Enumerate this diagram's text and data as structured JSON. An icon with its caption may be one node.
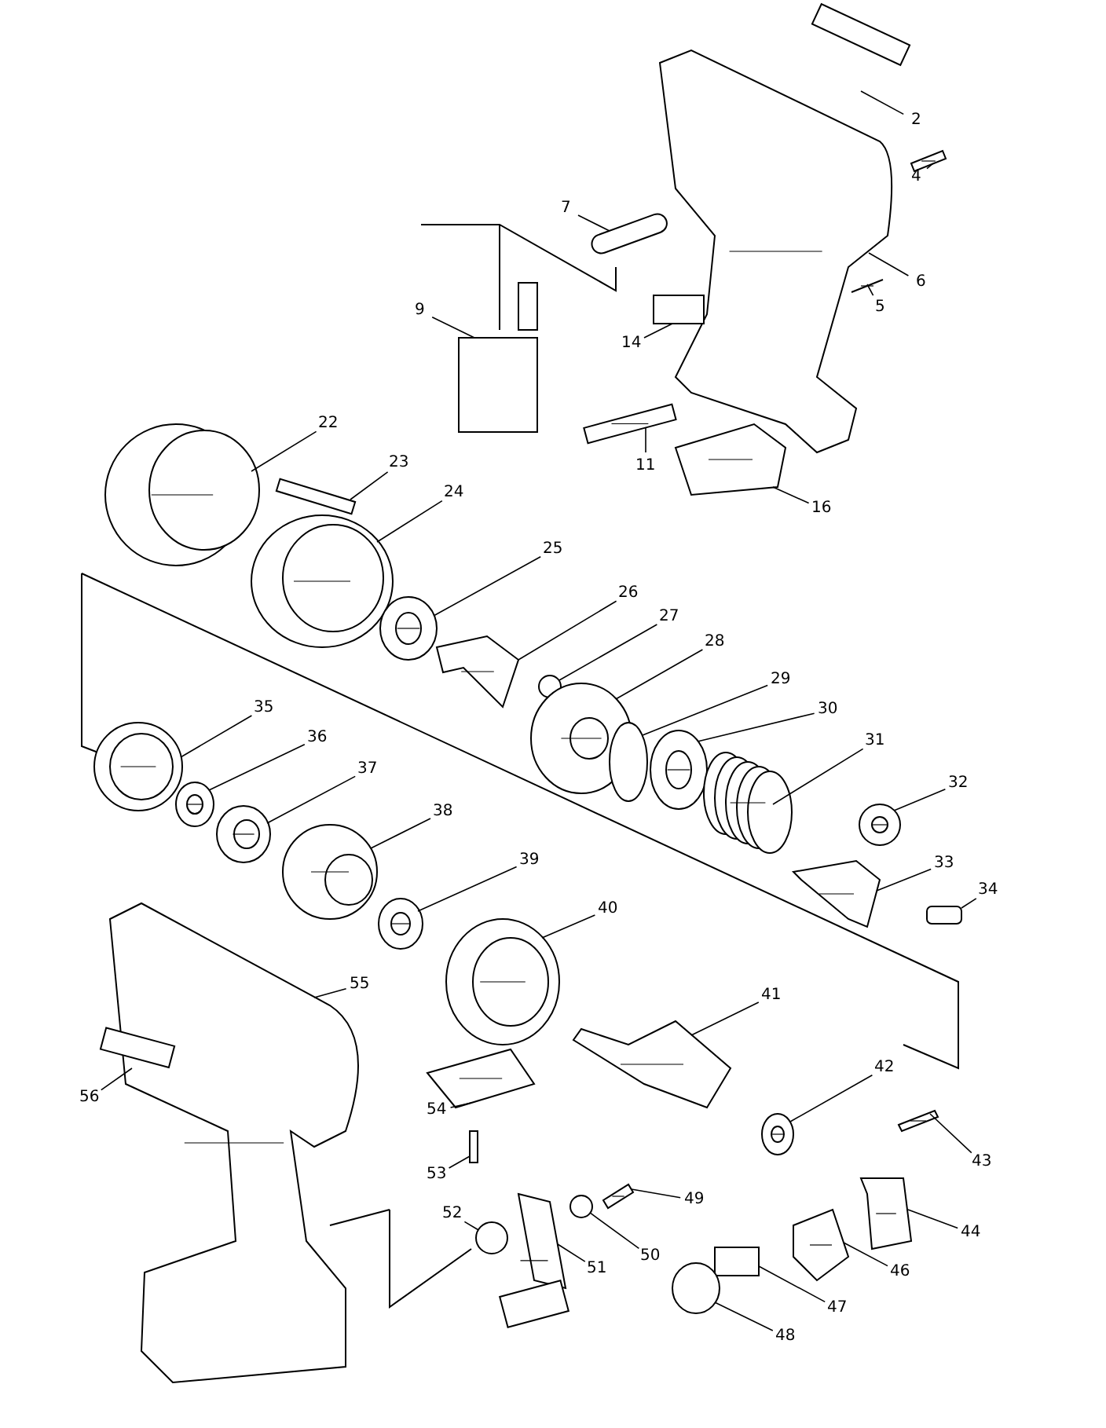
{
  "diagram": {
    "nodes": [
      {
        "text": [
          "2"
        ]
      },
      {
        "text": [
          "4"
        ]
      },
      {
        "text": [
          "6"
        ]
      },
      {
        "text": [
          "7"
        ]
      },
      {
        "text": [
          "5"
        ]
      },
      {
        "text": [
          "9"
        ]
      },
      {
        "text": [
          "14"
        ]
      },
      {
        "text": [
          "11"
        ]
      },
      {
        "text": [
          "16"
        ]
      },
      {
        "text": [
          "22"
        ]
      },
      {
        "text": [
          "23"
        ]
      },
      {
        "text": [
          "24"
        ]
      },
      {
        "text": [
          "25"
        ]
      },
      {
        "text": [
          "26"
        ]
      },
      {
        "text": [
          "27"
        ]
      },
      {
        "text": [
          "28"
        ]
      },
      {
        "text": [
          "29"
        ]
      },
      {
        "text": [
          "30"
        ]
      },
      {
        "text": [
          "31"
        ]
      },
      {
        "text": [
          "32"
        ]
      },
      {
        "text": [
          "33"
        ]
      },
      {
        "text": [
          "34"
        ]
      },
      {
        "text": [
          "35"
        ]
      },
      {
        "text": [
          "36"
        ]
      },
      {
        "text": [
          "37"
        ]
      },
      {
        "text": [
          "38"
        ]
      },
      {
        "text": [
          "39"
        ]
      },
      {
        "text": [
          "40"
        ]
      },
      {
        "text": [
          "41"
        ]
      },
      {
        "text": [
          "42"
        ]
      },
      {
        "text": [
          "43"
        ]
      },
      {
        "text": [
          "44"
        ]
      },
      {
        "text": [
          "46"
        ]
      },
      {
        "text": [
          "47"
        ]
      },
      {
        "text": [
          "48"
        ]
      },
      {
        "text": [
          "49"
        ]
      },
      {
        "text": [
          "50"
        ]
      },
      {
        "text": [
          "51"
        ]
      },
      {
        "text": [
          "52"
        ]
      },
      {
        "text": [
          "53"
        ]
      },
      {
        "text": [
          "54"
        ]
      },
      {
        "text": [
          "55"
        ]
      },
      {
        "text": [
          "56"
        ]
      },
      {
        "text": [],
        "shape": "box"
      },
      {
        "text": [],
        "shape": "picture"
      },
      {
        "text": [],
        "shape": "picture"
      },
      {
        "text": [],
        "shape": "box"
      },
      {
        "text": [],
        "shape": "picture"
      },
      {
        "text": [],
        "shape": "box"
      },
      {
        "text": [],
        "shape": "box"
      },
      {
        "text": [],
        "shape": "picture"
      },
      {
        "text": [],
        "shape": "picture"
      },
      {
        "text": [],
        "shape": "picture"
      },
      {
        "text": [],
        "shape": "box"
      },
      {
        "text": [],
        "shape": "picture"
      },
      {
        "text": [],
        "shape": "picture"
      },
      {
        "text": [],
        "shape": "picture"
      },
      {
        "text": [],
        "shape": "circle"
      },
      {
        "text": [],
        "shape": "picture"
      },
      {
        "text": [],
        "shape": "circle"
      },
      {
        "text": [],
        "shape": "picture"
      },
      {
        "text": [],
        "shape": "picture"
      },
      {
        "text": [],
        "shape": "picture"
      },
      {
        "text": [],
        "shape": "picture"
      },
      {
        "text": [],
        "shape": "box"
      },
      {
        "text": [],
        "shape": "picture"
      },
      {
        "text": [],
        "shape": "picture"
      },
      {
        "text": [],
        "shape": "picture"
      },
      {
        "text": [],
        "shape": "picture"
      },
      {
        "text": [],
        "shape": "picture"
      },
      {
        "text": [],
        "shape": "picture"
      },
      {
        "text": [],
        "shape": "picture"
      },
      {
        "text": [],
        "shape": "picture"
      },
      {
        "text": [],
        "shape": "picture"
      },
      {
        "text": [],
        "shape": "picture"
      },
      {
        "text": [],
        "shape": "picture"
      },
      {
        "text": [],
        "shape": "box"
      },
      {
        "text": [],
        "shape": "circle"
      },
      {
        "text": [],
        "shape": "picture"
      },
      {
        "text": [],
        "shape": "circle"
      },
      {
        "text": [],
        "shape": "picture"
      },
      {
        "text": [],
        "shape": "circle"
      },
      {
        "text": [],
        "shape": "box"
      },
      {
        "text": [],
        "shape": "picture"
      },
      {
        "text": [],
        "shape": "picture"
      },
      {
        "text": [],
        "shape": "box"
      }
    ],
    "edges": [
      {
        "from": 0,
        "to": 43,
        "arrow": "none"
      },
      {
        "from": 1,
        "to": 44,
        "arrow": "none"
      },
      {
        "from": 2,
        "to": 45,
        "arrow": "none"
      },
      {
        "from": 3,
        "to": 46,
        "arrow": "none"
      },
      {
        "from": 4,
        "to": 47,
        "arrow": "none"
      },
      {
        "from": 5,
        "to": 48,
        "arrow": "none"
      },
      {
        "from": 6,
        "to": 49,
        "arrow": "none"
      },
      {
        "from": 7,
        "to": 50,
        "arrow": "none"
      },
      {
        "from": 8,
        "to": 51,
        "arrow": "none"
      },
      {
        "from": 9,
        "to": 52,
        "arrow": "none"
      },
      {
        "from": 10,
        "to": 53,
        "arrow": "none"
      },
      {
        "from": 11,
        "to": 54,
        "arrow": "none"
      },
      {
        "from": 12,
        "to": 55,
        "arrow": "none"
      },
      {
        "from": 13,
        "to": 56,
        "arrow": "none"
      },
      {
        "from": 14,
        "to": 57,
        "arrow": "none"
      },
      {
        "from": 15,
        "to": 58,
        "arrow": "none"
      },
      {
        "from": 16,
        "to": 59,
        "arrow": "none"
      },
      {
        "from": 17,
        "to": 60,
        "arrow": "none"
      },
      {
        "from": 18,
        "to": 61,
        "arrow": "none"
      },
      {
        "from": 19,
        "to": 62,
        "arrow": "none"
      },
      {
        "from": 20,
        "to": 63,
        "arrow": "none"
      },
      {
        "from": 21,
        "to": 64,
        "arrow": "none"
      },
      {
        "from": 22,
        "to": 65,
        "arrow": "none"
      },
      {
        "from": 23,
        "to": 66,
        "arrow": "none"
      },
      {
        "from": 24,
        "to": 67,
        "arrow": "none"
      },
      {
        "from": 25,
        "to": 68,
        "arrow": "none"
      },
      {
        "from": 26,
        "to": 69,
        "arrow": "none"
      },
      {
        "from": 27,
        "to": 70,
        "arrow": "none"
      },
      {
        "from": 28,
        "to": 71,
        "arrow": "none"
      },
      {
        "from": 29,
        "to": 72,
        "arrow": "none"
      },
      {
        "from": 30,
        "to": 73,
        "arrow": "none"
      },
      {
        "from": 31,
        "to": 74,
        "arrow": "none"
      },
      {
        "from": 32,
        "to": 75,
        "arrow": "none"
      },
      {
        "from": 33,
        "to": 76,
        "arrow": "none"
      },
      {
        "from": 34,
        "to": 77,
        "arrow": "none"
      },
      {
        "from": 35,
        "to": 78,
        "arrow": "none"
      },
      {
        "from": 36,
        "to": 79,
        "arrow": "none"
      },
      {
        "from": 37,
        "to": 80,
        "arrow": "none"
      },
      {
        "from": 38,
        "to": 81,
        "arrow": "none"
      },
      {
        "from": 39,
        "to": 82,
        "arrow": "none"
      },
      {
        "from": 40,
        "to": 83,
        "arrow": "none"
      },
      {
        "from": 41,
        "to": 84,
        "arrow": "none"
      },
      {
        "from": 42,
        "to": 85,
        "arrow": "none"
      }
    ]
  }
}
